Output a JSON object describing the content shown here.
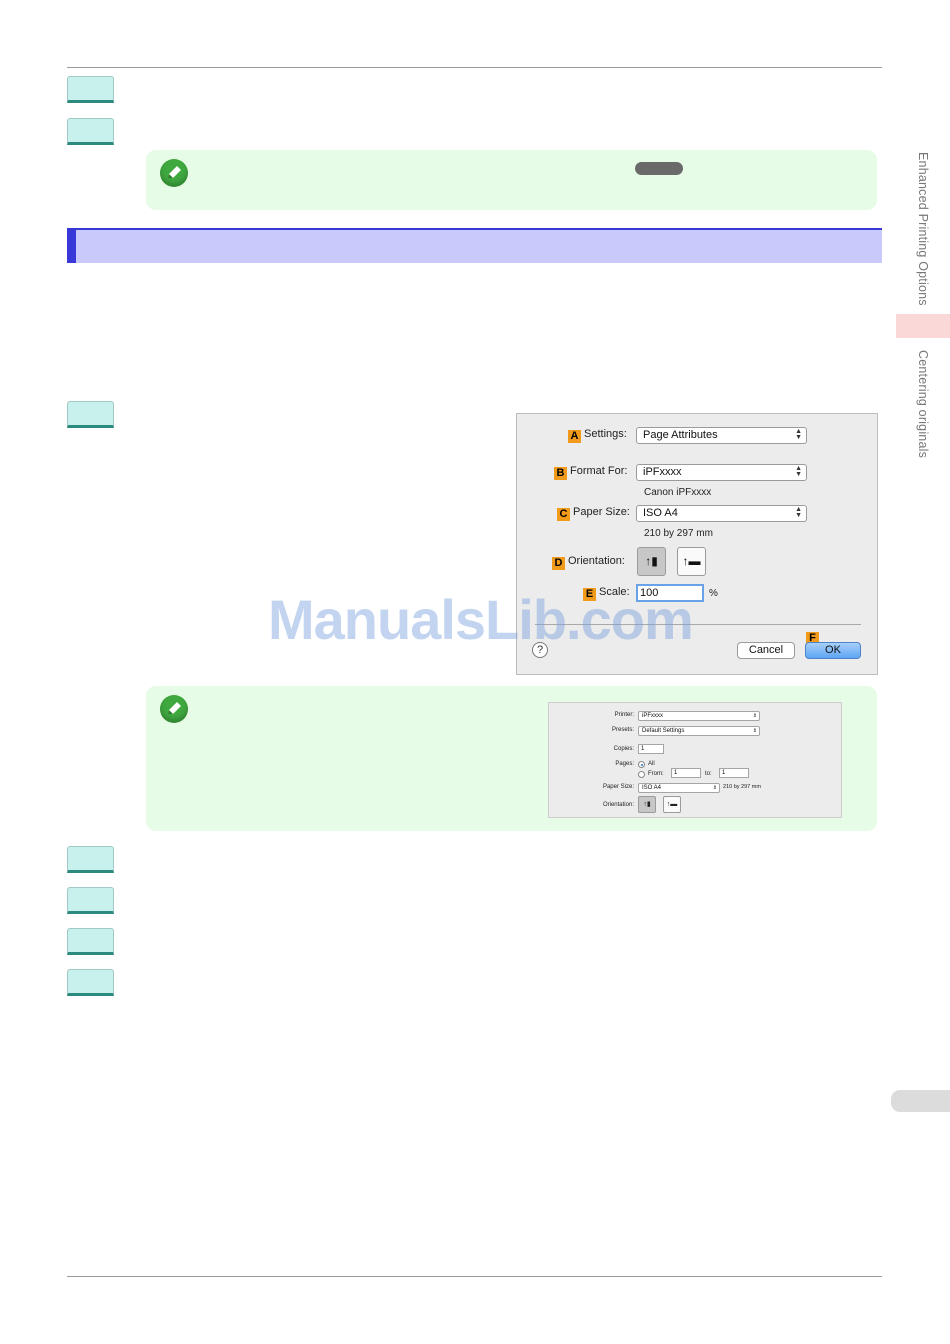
{
  "sidebar": {
    "section_upper": "Enhanced Printing Options",
    "section_lower": "Centering originals"
  },
  "watermark": "ManualsLib.com",
  "page_setup_dialog": {
    "settings": {
      "badge": "A",
      "label": "Settings:",
      "value": "Page Attributes"
    },
    "format_for": {
      "badge": "B",
      "label": "Format For:",
      "value": "iPFxxxx",
      "subtext": "Canon iPFxxxx"
    },
    "paper_size": {
      "badge": "C",
      "label": "Paper Size:",
      "value": "ISO A4",
      "subtext": "210 by 297 mm"
    },
    "orientation": {
      "badge": "D",
      "label": "Orientation:"
    },
    "scale": {
      "badge": "E",
      "label": "Scale:",
      "value": "100",
      "unit": "%"
    },
    "ok_badge": "F",
    "help_label": "?",
    "cancel_label": "Cancel",
    "ok_label": "OK"
  },
  "print_dialog_mini": {
    "printer": {
      "label": "Printer:",
      "value": "iPFxxxx"
    },
    "presets": {
      "label": "Presets:",
      "value": "Default Settings"
    },
    "copies": {
      "label": "Copies:",
      "value": "1"
    },
    "pages": {
      "label": "Pages:",
      "all_label": "All",
      "from_label": "From:",
      "from_value": "1",
      "to_label": "to:",
      "to_value": "1"
    },
    "paper_size": {
      "label": "Paper Size:",
      "value": "ISO A4",
      "subtext": "210 by 297 mm"
    },
    "orientation": {
      "label": "Orientation:"
    }
  },
  "colors": {
    "step_fill": "#c8f0ec",
    "note_fill": "#e6fce6",
    "section_bar": "#c9c9fb",
    "section_accent": "#3838d8",
    "badge": "#f29a1a",
    "sidebar_tab": "#fbd8d8"
  }
}
